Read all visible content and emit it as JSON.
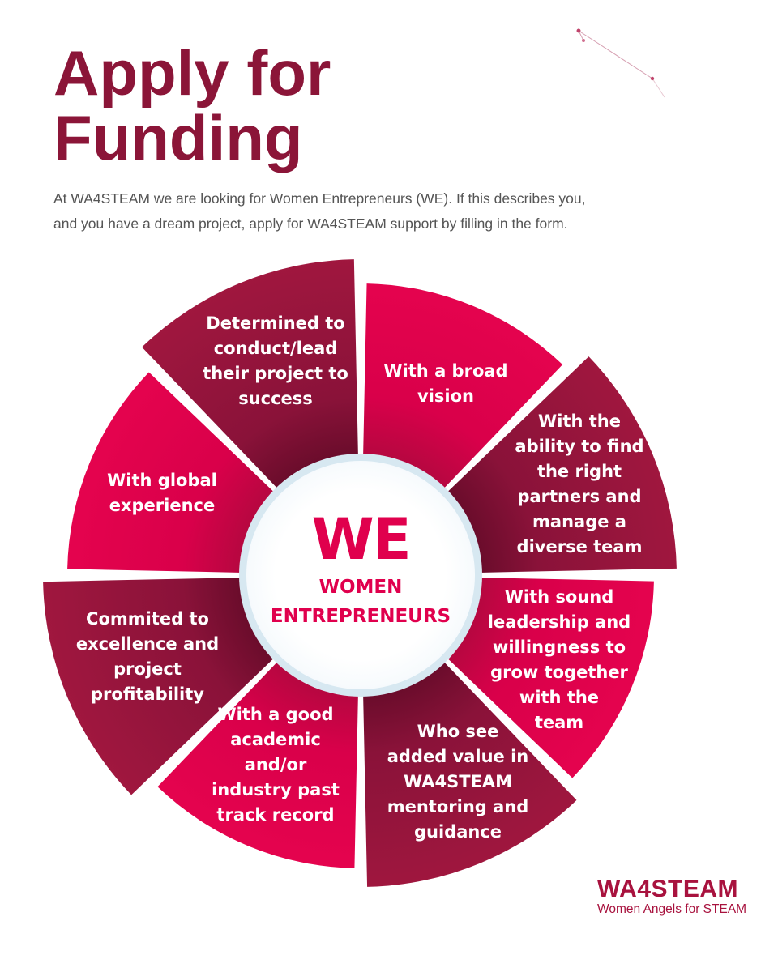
{
  "header": {
    "title_line1": "Apply for",
    "title_line2": "Funding",
    "intro_line1": "At WA4STEAM we are looking for Women Entrepreneurs (WE). If this describes you,",
    "intro_line2": "and you have a dream project, apply for WA4STEAM support by filling in the form."
  },
  "wheel": {
    "center_big": "WE",
    "center_line1": "WOMEN",
    "center_line2": "ENTREPRENEURS",
    "segments": [
      {
        "lines": [
          "With a broad",
          "vision"
        ]
      },
      {
        "lines": [
          "With the",
          "ability to find",
          "the right",
          "partners and",
          "manage a",
          "diverse team"
        ]
      },
      {
        "lines": [
          "With sound",
          "leadership and",
          "willingness to",
          "grow together",
          "with the",
          "team"
        ]
      },
      {
        "lines": [
          "Who see",
          "added value in",
          "WA4STEAM",
          "mentoring and",
          "guidance"
        ]
      },
      {
        "lines": [
          "With a good",
          "academic",
          "and/or",
          "industry past",
          "track record"
        ]
      },
      {
        "lines": [
          "Commited to",
          "excellence and",
          "project",
          "profitability"
        ]
      },
      {
        "lines": [
          "With global",
          "experience"
        ]
      },
      {
        "lines": [
          "Determined to",
          "conduct/lead",
          "their project to",
          "success"
        ]
      }
    ]
  },
  "colors": {
    "title": "#8b1538",
    "segment_bright": "#e0004d",
    "segment_dark": "#9b1540",
    "hub_ring": "#cfe3ee"
  },
  "logo": {
    "name": "WA4STEAM",
    "tagline": "Women Angels for STEAM"
  }
}
